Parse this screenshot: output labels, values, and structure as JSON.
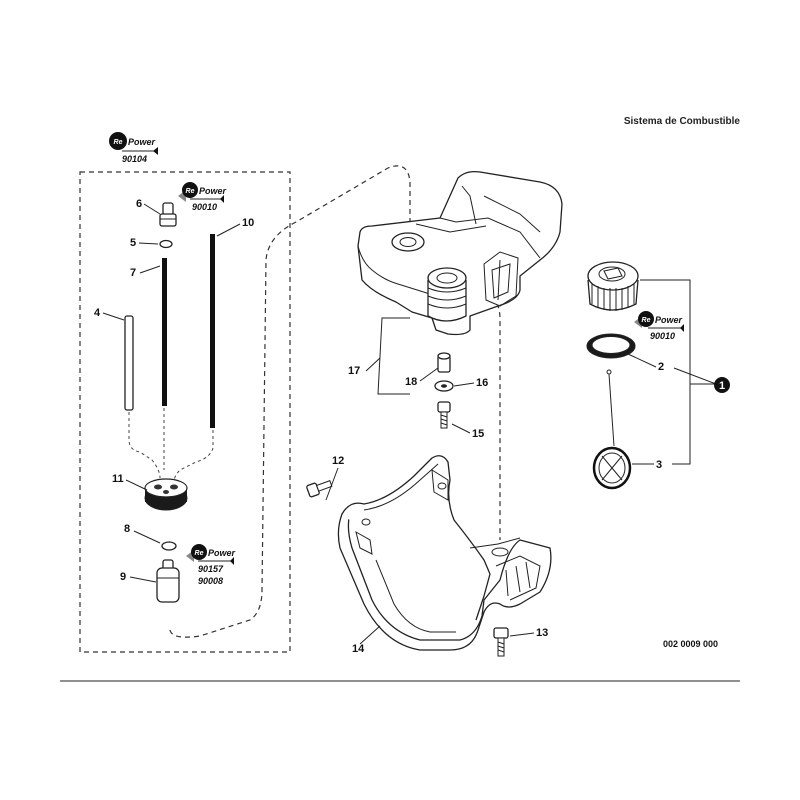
{
  "header": {
    "title": "Sistema de Combustible"
  },
  "drawing_id": "002 0009 000",
  "repower_badges": {
    "top_left": {
      "re": "Re",
      "word": "Power",
      "code": "90104"
    },
    "fuel_line": {
      "re": "Re",
      "word": "Power",
      "code": "90010"
    },
    "cap": {
      "re": "Re",
      "word": "Power",
      "code": "90010"
    },
    "filter": {
      "re": "Re",
      "word": "Power",
      "codes": [
        "90157",
        "90008"
      ]
    }
  },
  "callouts": {
    "c1": "1",
    "c2": "2",
    "c3": "3",
    "c4": "4",
    "c5": "5",
    "c6": "6",
    "c7": "7",
    "c8": "8",
    "c9": "9",
    "c10": "10",
    "c11": "11",
    "c12": "12",
    "c13": "13",
    "c14": "14",
    "c15": "15",
    "c16": "16",
    "c17": "17",
    "c18": "18"
  },
  "colors": {
    "line": "#222222",
    "badge_circle": "#111111",
    "background": "#ffffff"
  }
}
